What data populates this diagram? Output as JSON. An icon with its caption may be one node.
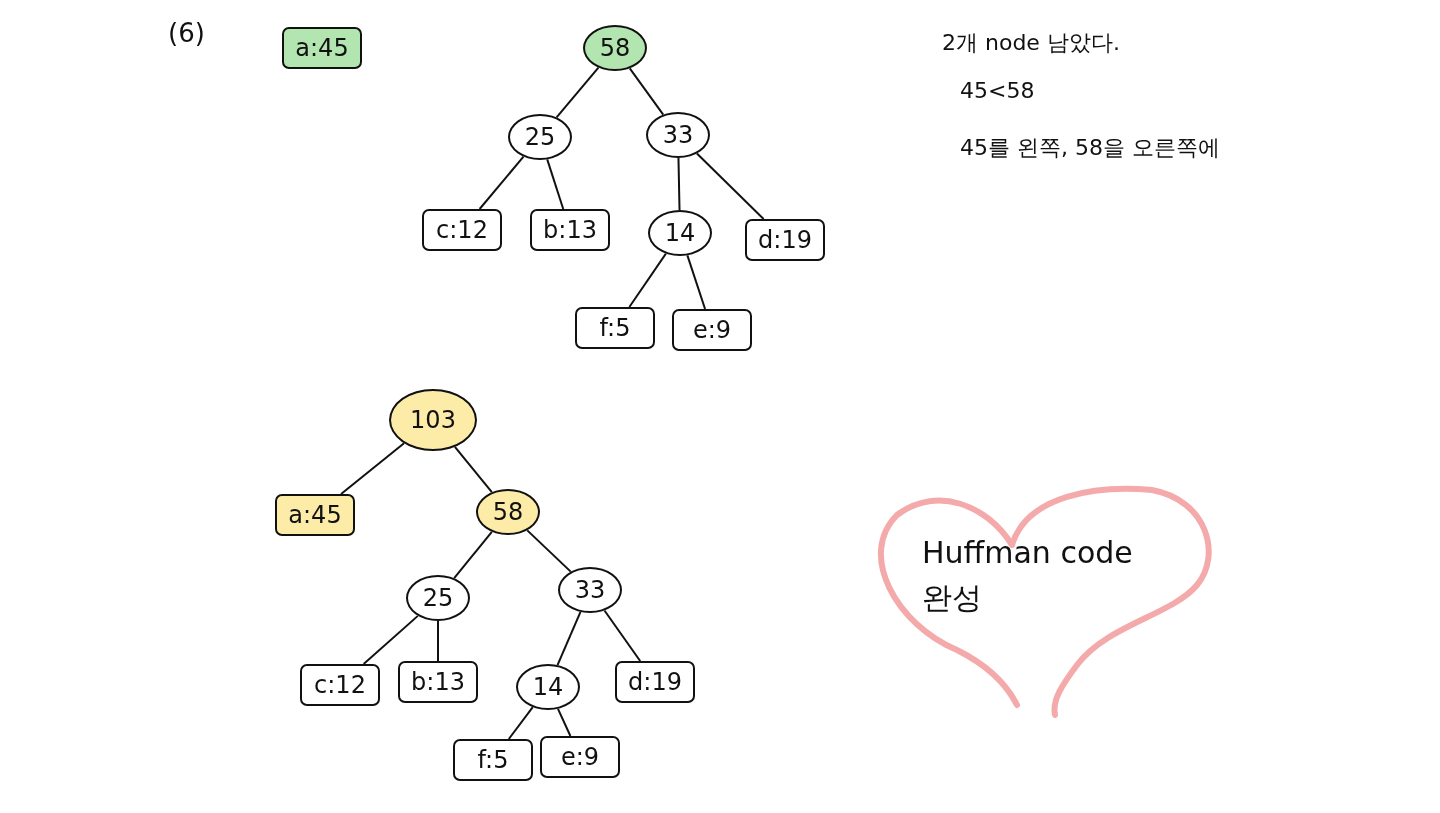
{
  "diagram": {
    "nodes": [
      {
        "text": [
          "a:45"
        ]
      },
      {
        "text": [
          "58"
        ]
      },
      {
        "text": [
          "25"
        ]
      },
      {
        "text": [
          "33"
        ]
      },
      {
        "text": [
          "c:12"
        ]
      },
      {
        "text": [
          "b:13"
        ]
      },
      {
        "text": [
          "14"
        ]
      },
      {
        "text": [
          "d:19"
        ]
      },
      {
        "text": [
          "f:5"
        ]
      },
      {
        "text": [
          "e:9"
        ]
      },
      {
        "text": [
          "103"
        ]
      },
      {
        "text": [
          "a:45"
        ]
      },
      {
        "text": [
          "58"
        ]
      },
      {
        "text": [
          "25"
        ]
      },
      {
        "text": [
          "33"
        ]
      },
      {
        "text": [
          "c:12"
        ]
      },
      {
        "text": [
          "b:13"
        ]
      },
      {
        "text": [
          "14"
        ]
      },
      {
        "text": [
          "d:19"
        ]
      },
      {
        "text": [
          "f:5"
        ]
      },
      {
        "text": [
          "e:9"
        ]
      },
      {
        "text": [
          "Huffman code 완성"
        ]
      }
    ],
    "edges": [
      {
        "from": 1,
        "to": 2,
        "arrow": "none"
      },
      {
        "from": 1,
        "to": 3,
        "arrow": "none"
      },
      {
        "from": 2,
        "to": 4,
        "arrow": "none"
      },
      {
        "from": 2,
        "to": 5,
        "arrow": "none"
      },
      {
        "from": 3,
        "to": 6,
        "arrow": "none"
      },
      {
        "from": 3,
        "to": 7,
        "arrow": "none"
      },
      {
        "from": 6,
        "to": 8,
        "arrow": "none"
      },
      {
        "from": 6,
        "to": 9,
        "arrow": "none"
      },
      {
        "from": 10,
        "to": 11,
        "arrow": "none"
      },
      {
        "from": 10,
        "to": 12,
        "arrow": "none"
      },
      {
        "from": 12,
        "to": 13,
        "arrow": "none"
      },
      {
        "from": 12,
        "to": 14,
        "arrow": "none"
      },
      {
        "from": 13,
        "to": 15,
        "arrow": "none"
      },
      {
        "from": 13,
        "to": 16,
        "arrow": "none"
      },
      {
        "from": 14,
        "to": 17,
        "arrow": "none"
      },
      {
        "from": 14,
        "to": 18,
        "arrow": "none"
      },
      {
        "from": 17,
        "to": 19,
        "arrow": "none"
      },
      {
        "from": 17,
        "to": 20,
        "arrow": "none"
      }
    ],
    "labels": [
      "(6)",
      "2개 node 남았다.",
      "45<58",
      "45를 왼쪽, 58을 오른쪽에"
    ]
  }
}
